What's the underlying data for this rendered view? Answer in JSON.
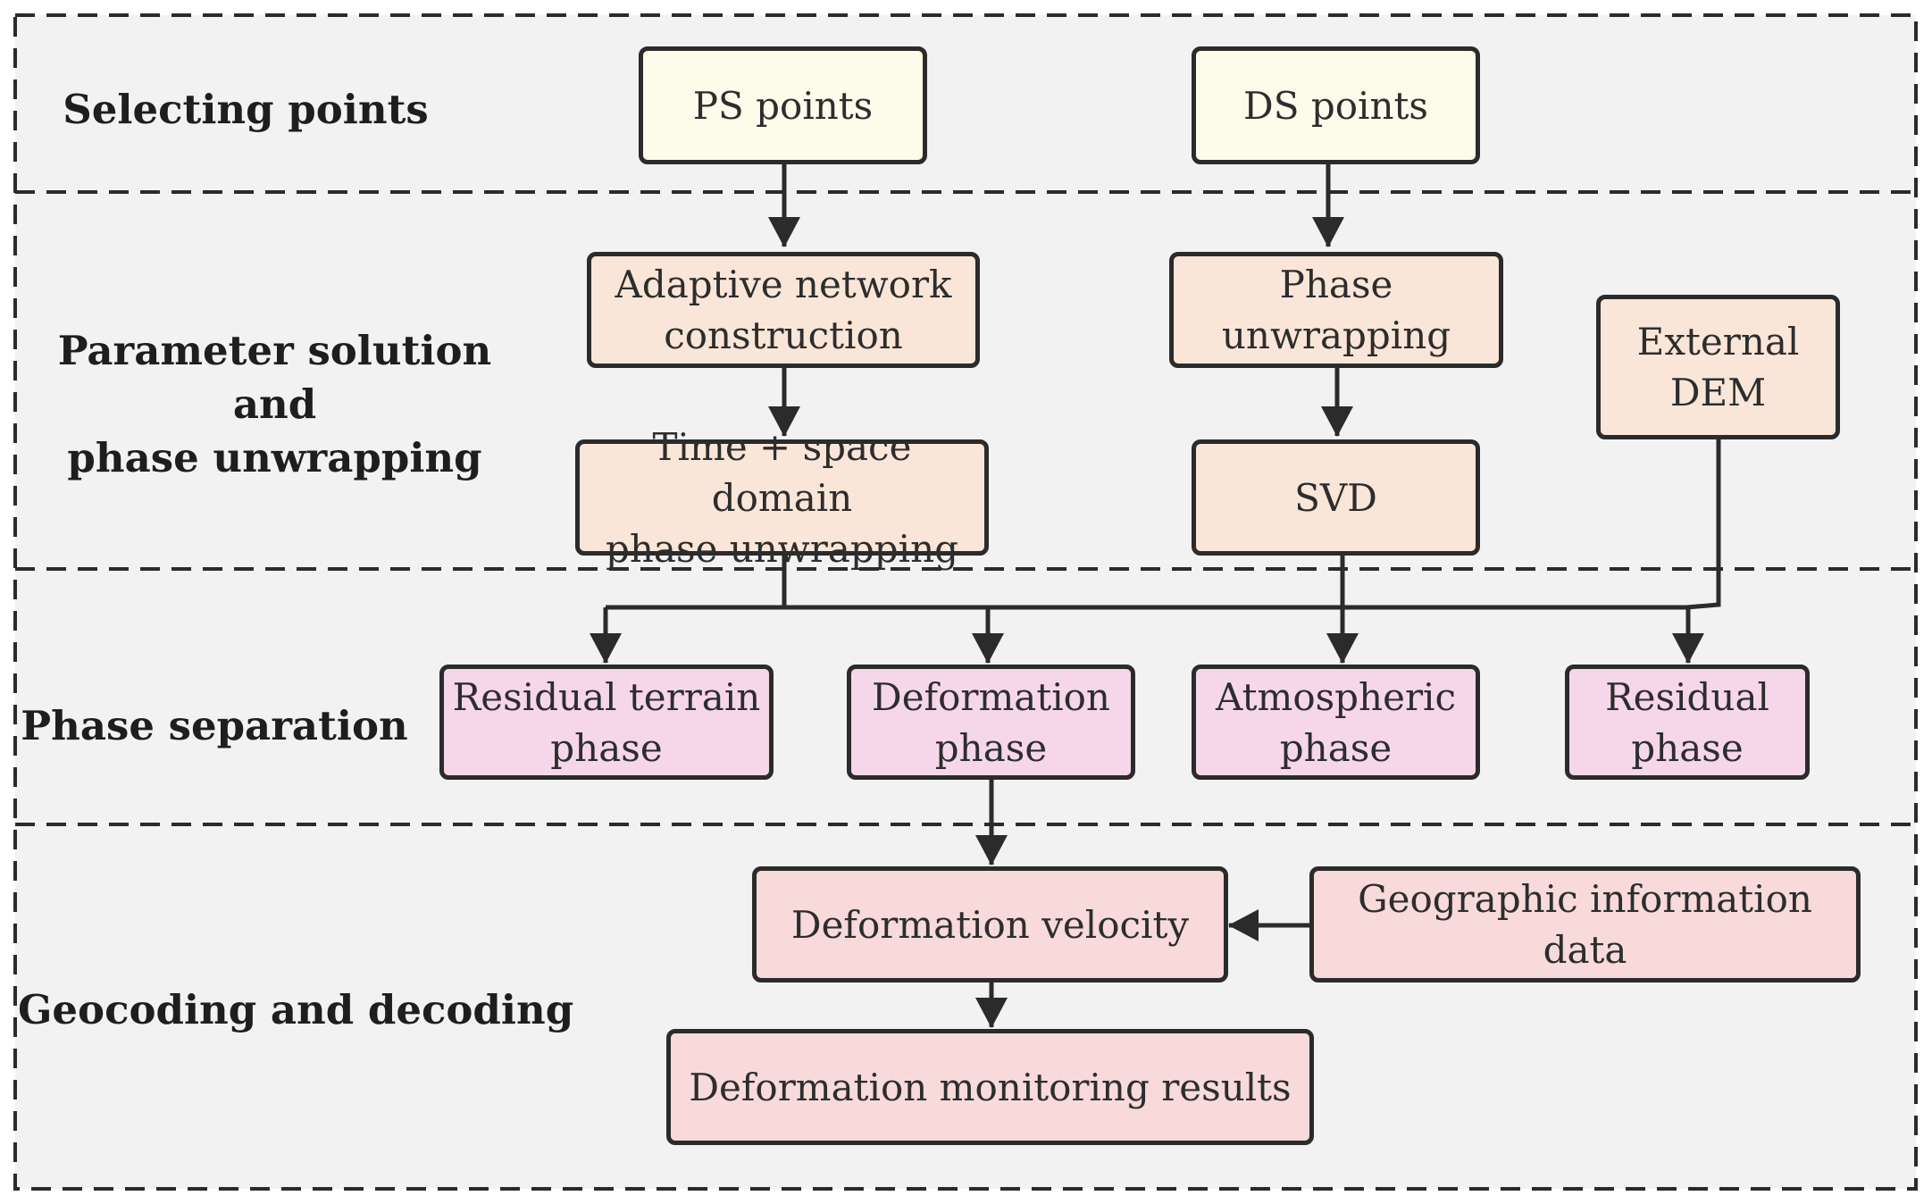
{
  "sections": [
    {
      "label": "Selecting points"
    },
    {
      "label": "Parameter solution and\nphase unwrapping"
    },
    {
      "label": "Phase separation"
    },
    {
      "label": "Geocoding and decoding"
    }
  ],
  "nodes": {
    "ps_points": "PS points",
    "ds_points": "DS points",
    "adaptive_network": "Adaptive network\nconstruction",
    "phase_unwrapping": "Phase\nunwrapping",
    "external_dem": "External\nDEM",
    "time_space_unwrapping": "Time + space domain\nphase unwrapping",
    "svd": "SVD",
    "residual_terrain_phase": "Residual terrain\nphase",
    "deformation_phase": "Deformation\nphase",
    "atmospheric_phase": "Atmospheric\nphase",
    "residual_phase": "Residual\nphase",
    "deformation_velocity": "Deformation velocity",
    "geographic_information_data": "Geographic information data",
    "deformation_monitoring_results": "Deformation monitoring results"
  },
  "colors": {
    "yellow": "#fdfbea",
    "orange": "#fae6d8",
    "pink": "#f6d7ea",
    "red": "#f8dada",
    "panel": "#f2f2f2",
    "stroke": "#2b2b2b"
  }
}
